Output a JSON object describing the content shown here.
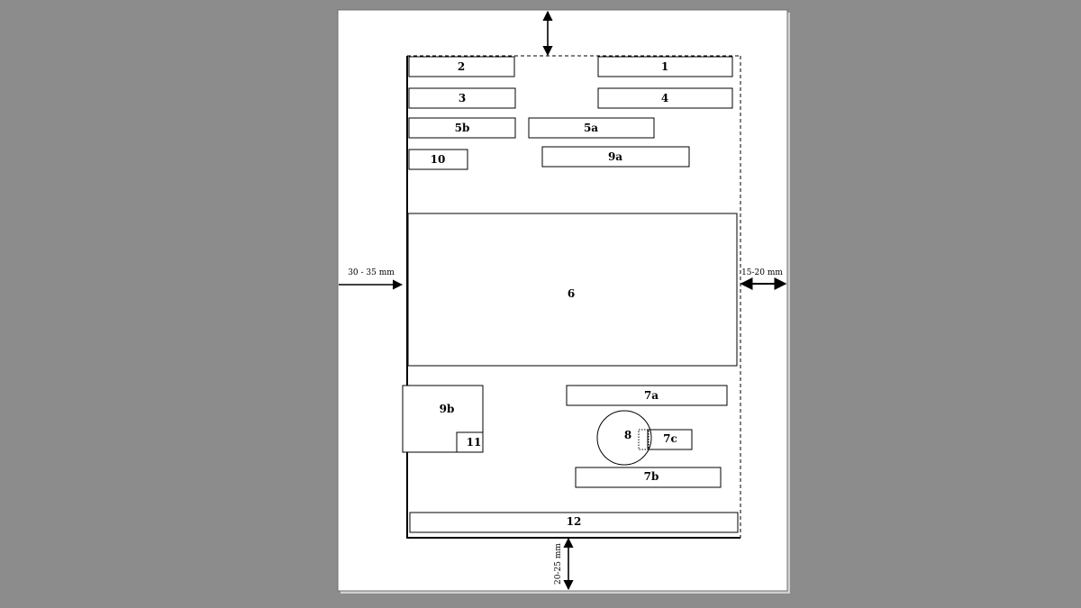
{
  "colors": {
    "background": "#8c8c8c",
    "sheet": "#ffffff",
    "stroke": "#000000"
  },
  "margins": {
    "left": "30 - 35  mm",
    "right": "15-20  mm",
    "bottom": "20-25 mm"
  },
  "blocks": {
    "b1": "1",
    "b2": "2",
    "b3": "3",
    "b4": "4",
    "b5a": "5a",
    "b5b": "5b",
    "b6": "6",
    "b7a": "7a",
    "b7b": "7b",
    "b7c": "7c",
    "b8": "8",
    "b9a": "9a",
    "b9b": "9b",
    "b10": "10",
    "b11": "11",
    "b12": "12"
  }
}
